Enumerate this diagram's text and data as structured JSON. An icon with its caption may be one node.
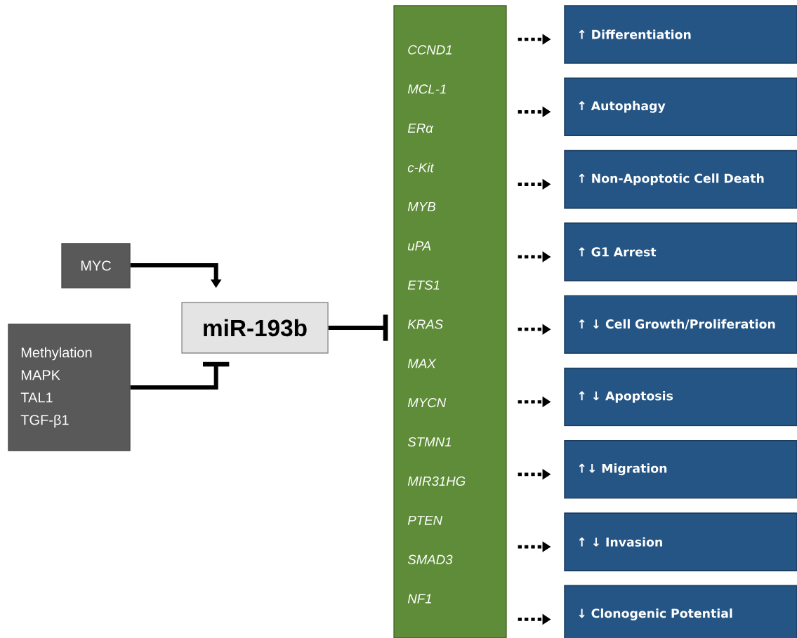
{
  "diagram": {
    "nodes": [
      {
        "text": [
          "MYC"
        ]
      },
      {
        "text": [
          "Methylation",
          "MAPK",
          "TAL1",
          "TGF-β1"
        ]
      },
      {
        "text": [
          "miR-193b"
        ]
      },
      {
        "text": [
          "CCND1",
          "MCL-1",
          "ERα",
          "c-Kit",
          "MYB",
          "uPA",
          "ETS1",
          "KRAS",
          "MAX",
          "MYCN",
          "STMN1",
          "MIR31HG",
          "PTEN",
          "SMAD3",
          "NF1"
        ]
      },
      {
        "text": [
          "↑ Differentiation"
        ]
      },
      {
        "text": [
          "↑ Autophagy"
        ]
      },
      {
        "text": [
          "↑ Non-Apoptotic Cell Death"
        ]
      },
      {
        "text": [
          "↑ G1 Arrest"
        ]
      },
      {
        "text": [
          "↑ ↓ Cell Growth/Proliferation"
        ]
      },
      {
        "text": [
          "↑ ↓ Apoptosis"
        ]
      },
      {
        "text": [
          "↑↓ Migration"
        ]
      },
      {
        "text": [
          "↑ ↓ Invasion"
        ]
      },
      {
        "text": [
          "↓ Clonogenic Potential"
        ]
      }
    ],
    "edges": [
      {
        "from": 0,
        "to": 2,
        "arrow": "to"
      },
      {
        "from": 1,
        "to": 2,
        "arrow": "other"
      },
      {
        "from": 2,
        "to": 3,
        "arrow": "other"
      },
      {
        "from": 3,
        "to": 4,
        "arrow": "to",
        "style": "dashed"
      },
      {
        "from": 3,
        "to": 5,
        "arrow": "to",
        "style": "dashed"
      },
      {
        "from": 3,
        "to": 6,
        "arrow": "to",
        "style": "dashed"
      },
      {
        "from": 3,
        "to": 7,
        "arrow": "to",
        "style": "dashed"
      },
      {
        "from": 3,
        "to": 8,
        "arrow": "to",
        "style": "dashed"
      },
      {
        "from": 3,
        "to": 9,
        "arrow": "to",
        "style": "dashed"
      },
      {
        "from": 3,
        "to": 10,
        "arrow": "to",
        "style": "dashed"
      },
      {
        "from": 3,
        "to": 11,
        "arrow": "to",
        "style": "dashed"
      },
      {
        "from": 3,
        "to": 12,
        "arrow": "to",
        "style": "dashed"
      }
    ]
  }
}
